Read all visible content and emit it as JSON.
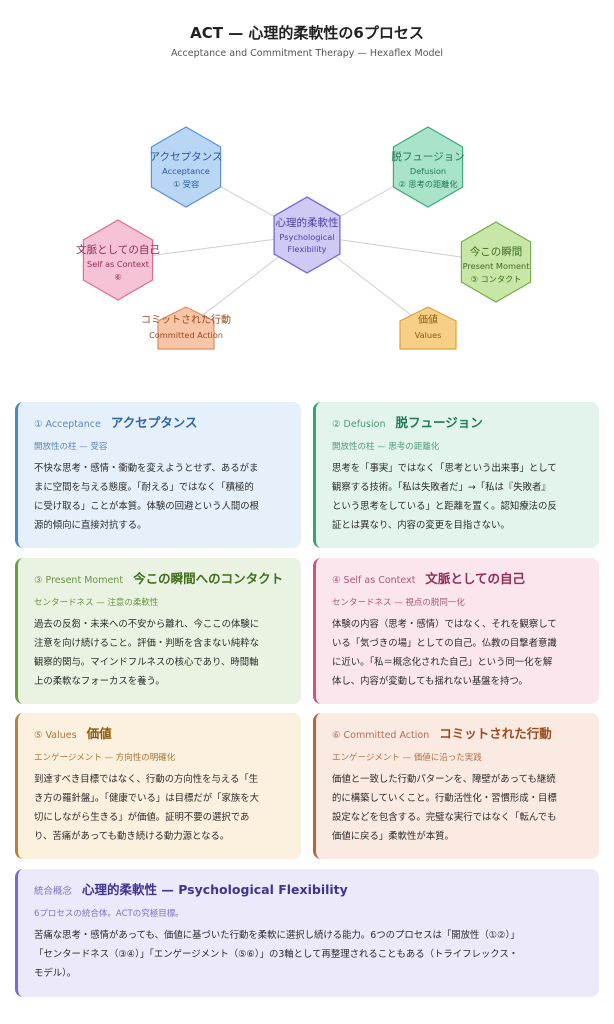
{
  "header": {
    "title": "ACT — 心理的柔軟性の6プロセス",
    "subtitle": "Acceptance and Commitment Therapy — Hexaflex Model"
  },
  "diagram": {
    "center": {
      "jp": "心理的柔軟性",
      "en1": "Psychological",
      "en2": "Flexibility",
      "fill": "#cfcaf3",
      "stroke": "#7b68d8",
      "text": "#4c3fa8"
    },
    "nodes": [
      {
        "id": "acceptance",
        "shape": "hex",
        "jp": "アクセプタンス",
        "en": "Acceptance",
        "num": "① 受容",
        "fill": "#b9d6f5",
        "stroke": "#5b93d6",
        "text": "#275a98"
      },
      {
        "id": "defusion",
        "shape": "hex",
        "jp": "脱フュージョン",
        "en": "Defusion",
        "num": "② 思考の距離化",
        "fill": "#a9e3c9",
        "stroke": "#3dab7d",
        "text": "#1f7a55"
      },
      {
        "id": "present",
        "shape": "hex",
        "jp": "今この瞬間",
        "en": "Present Moment",
        "num": "③ コンタクト",
        "fill": "#c7e6a7",
        "stroke": "#75b044",
        "text": "#3f6d1c"
      },
      {
        "id": "values",
        "shape": "house",
        "jp": "価値",
        "en": "Values",
        "num": "",
        "fill": "#f7cf86",
        "stroke": "#e0a13a",
        "text": "#8a5b11"
      },
      {
        "id": "committed",
        "shape": "house",
        "jp": "コミットされた行動",
        "en": "Committed Action",
        "num": "",
        "fill": "#f7c6a8",
        "stroke": "#e08b5b",
        "text": "#9a4a1f"
      },
      {
        "id": "self",
        "shape": "hex",
        "jp": "文脈としての自己",
        "en": "Self as Context",
        "num": "⑥",
        "fill": "#f6c3d6",
        "stroke": "#dc6d9b",
        "text": "#8f2d58"
      }
    ]
  },
  "cards": [
    {
      "en": "① Acceptance",
      "jp": "アクセプタンス",
      "sub": "開放性の柱 — 受容",
      "body": [
        "不快な思考・感情・衝動を変えようとせず、あるがま",
        "まに空間を与える態度。「耐える」ではなく「積極的",
        "に受け取る」ことが本質。体験の回避という人間の根",
        "源的傾向に直接対抗する。"
      ],
      "bg": "#e5f0fb",
      "border": "#4f86c9",
      "accent": "#2f64a6",
      "subcolor": "#5d87b8"
    },
    {
      "en": "② Defusion",
      "jp": "脱フュージョン",
      "sub": "開放性の柱 — 思考の距離化",
      "body": [
        "思考を「事実」ではなく「思考という出来事」として",
        "観察する技術。「私は失敗者だ」→「私は『失敗者』",
        "という思考をしている」と距離を置く。認知療法の反",
        "証とは異なり、内容の変更を目指さない。"
      ],
      "bg": "#e2f4ec",
      "border": "#3aa077",
      "accent": "#1f7a55",
      "subcolor": "#4f9a78"
    },
    {
      "en": "③ Present Moment",
      "jp": "今この瞬間へのコンタクト",
      "sub": "センタードネス — 注意の柔軟性",
      "body": [
        "過去の反芻・未来への不安から離れ、今ここの体験に",
        "注意を向け続けること。評価・判断を含まない純粋な",
        "観察的関与。マインドフルネスの核心であり、時間軸",
        "上の柔軟なフォーカスを養う。"
      ],
      "bg": "#eaf3e1",
      "border": "#6aa13e",
      "accent": "#3f6d1c",
      "subcolor": "#6a9448"
    },
    {
      "en": "④ Self as Context",
      "jp": "文脈としての自己",
      "sub": "センタードネス — 視点の脱同一化",
      "body": [
        "体験の内容（思考・感情）ではなく、それを観察して",
        "いる「気づきの場」としての自己。仏教の目撃者意識",
        "に近い。「私＝概念化された自己」という同一化を解",
        "体し、内容が変動しても揺れない基盤を持つ。"
      ],
      "bg": "#fbe6ee",
      "border": "#c9577f",
      "accent": "#8f2d58",
      "subcolor": "#b0577c"
    },
    {
      "en": "⑤ Values",
      "jp": "価値",
      "sub": "エンゲージメント — 方向性の明確化",
      "body": [
        "到達すべき目標ではなく、行動の方向性を与える「生",
        "き方の羅針盤」。「健康でいる」は目標だが「家族を大",
        "切にしながら生きる」が価値。証明不要の選択であ",
        "り、苦痛があっても動き続ける動力源となる。"
      ],
      "bg": "#fcf0de",
      "border": "#b9823a",
      "accent": "#8a5b11",
      "subcolor": "#a8773a"
    },
    {
      "en": "⑥ Committed Action",
      "jp": "コミットされた行動",
      "sub": "エンゲージメント — 価値に沿った実践",
      "body": [
        "価値と一致した行動パターンを、障壁があっても継続",
        "的に構築していくこと。行動活性化・習慣形成・目標",
        "設定などを包含する。完璧な実行ではなく「転んでも",
        "価値に戻る」柔軟性が本質。"
      ],
      "bg": "#fbeae1",
      "border": "#b5663d",
      "accent": "#9a4a1f",
      "subcolor": "#b0714f"
    },
    {
      "en": "統合概念",
      "jp": "心理的柔軟性 — Psychological Flexibility",
      "sub": "6プロセスの統合体。ACTの究極目標。",
      "body": [
        "苦痛な思考・感情があっても、価値に基づいた行動を柔軟に選択し続ける能力。6つのプロセスは「開放性（①②）」",
        "「センタードネス（③④）」「エンゲージメント（⑤⑥）」の3軸として再整理されることもある（トライフレックス・",
        "モデル）。"
      ],
      "bg": "#ebe9fa",
      "border": "#7b68d8",
      "accent": "#3f3491",
      "subcolor": "#7d72c4"
    }
  ]
}
